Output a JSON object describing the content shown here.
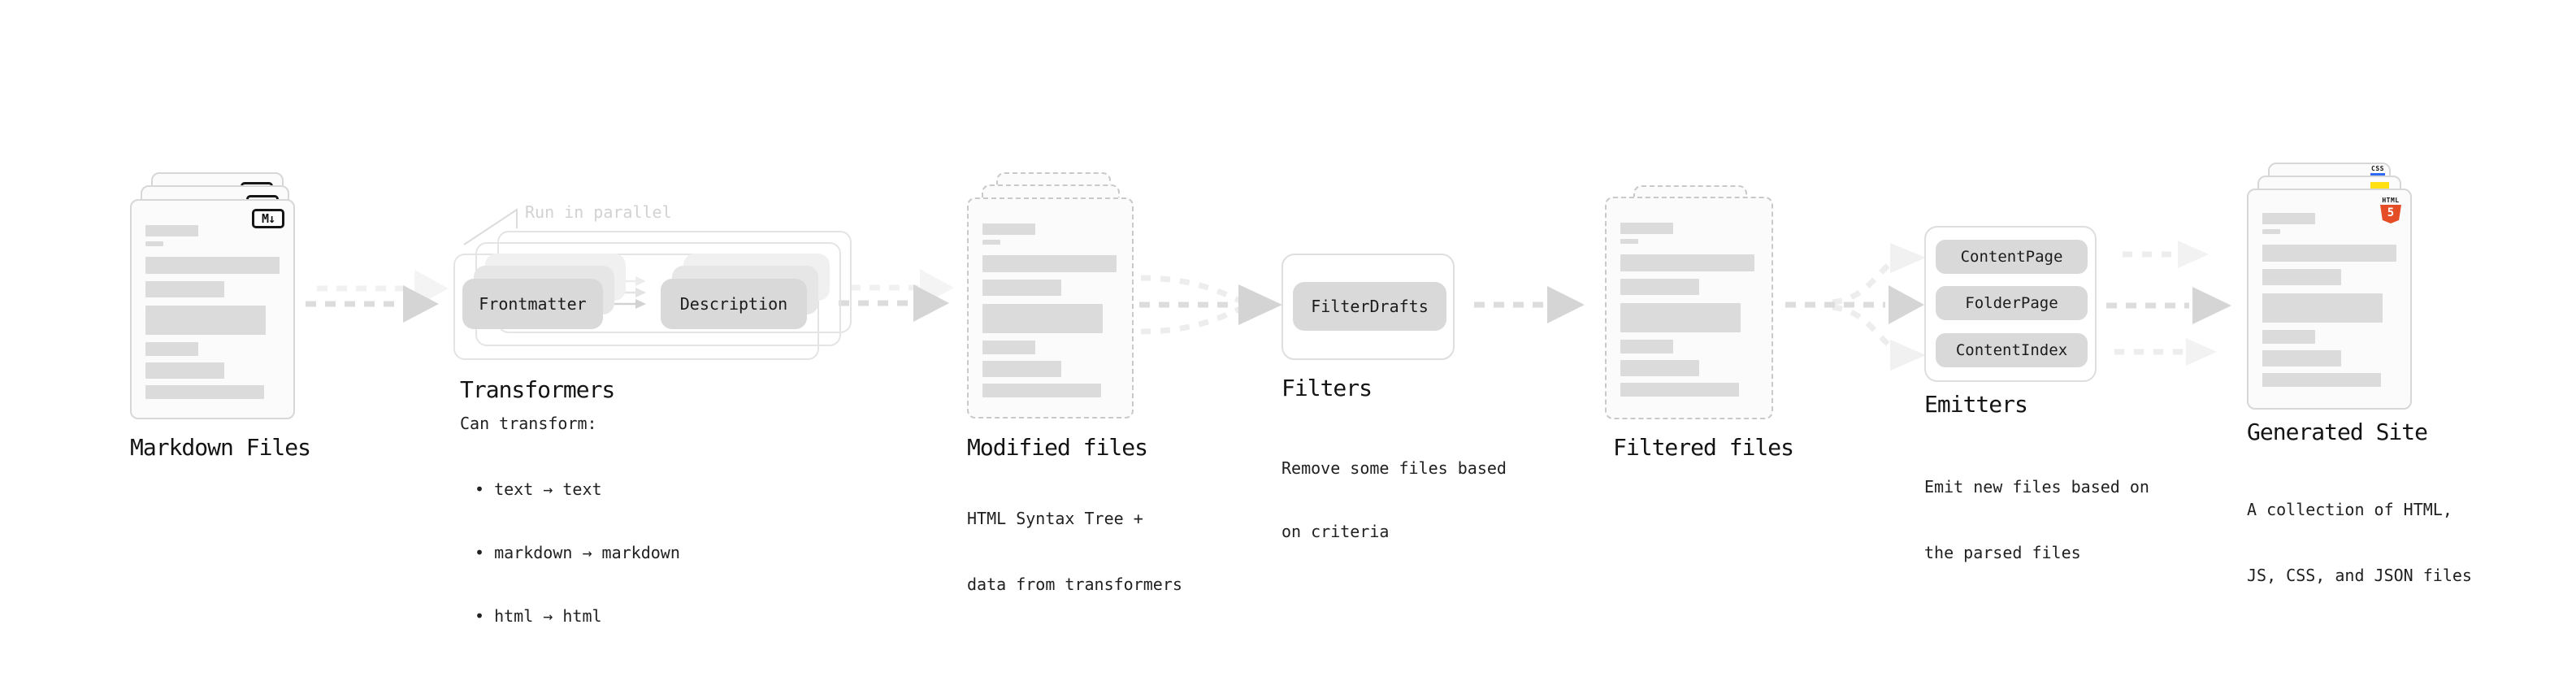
{
  "stages": {
    "markdown": {
      "title": "Markdown Files",
      "file_icon": "M↓"
    },
    "transformers": {
      "title": "Transformers",
      "annotation": "Run in parallel",
      "boxes": [
        "Frontmatter",
        "Description"
      ],
      "description_heading": "Can transform:",
      "bullets": [
        "• text → text",
        "• markdown → markdown",
        "• html → html"
      ]
    },
    "modified": {
      "title": "Modified files",
      "description": [
        "HTML Syntax Tree +",
        "data from transformers"
      ]
    },
    "filters": {
      "title": "Filters",
      "boxes": [
        "FilterDrafts"
      ],
      "description": [
        "Remove some files based",
        "on criteria"
      ]
    },
    "filtered": {
      "title": "Filtered files"
    },
    "emitters": {
      "title": "Emitters",
      "boxes": [
        "ContentPage",
        "FolderPage",
        "ContentIndex"
      ],
      "description": [
        "Emit new files based on",
        "the parsed files"
      ]
    },
    "generated": {
      "title": "Generated Site",
      "description": [
        "A collection of HTML,",
        "JS, CSS, and JSON files"
      ],
      "badges": {
        "css": "CSS",
        "html_word": "HTML",
        "html_number": "5"
      }
    }
  },
  "colors": {
    "html5_orange": "#e44d26",
    "js_yellow": "#ffe013",
    "css_blue": "#2e6bf2",
    "pill_gray": "#d9d9d9",
    "card_border": "#d7d7d7",
    "dashed_border": "#c9c9c9",
    "arrow_gray": "#d5d5d5",
    "annotation_gray": "#d2d2d2"
  },
  "file_card_bars": [
    {
      "w": 65,
      "h": 14,
      "gap": 6
    },
    {
      "w": 22,
      "h": 6,
      "gap": 13
    },
    {
      "w": 165,
      "h": 21,
      "gap": 9
    },
    {
      "w": 97,
      "h": 20,
      "gap": 10
    },
    {
      "w": 148,
      "h": 36,
      "gap": 9
    },
    {
      "w": 65,
      "h": 17,
      "gap": 8
    },
    {
      "w": 97,
      "h": 20,
      "gap": 8
    },
    {
      "w": 146,
      "h": 17,
      "gap": 0
    }
  ]
}
